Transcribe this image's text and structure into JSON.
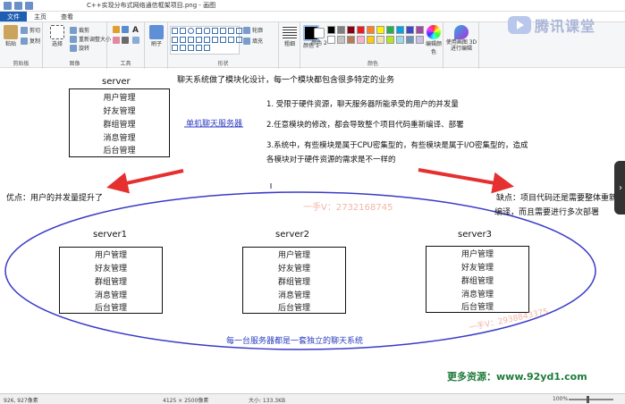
{
  "window": {
    "title": "C++实现分布式网络通信框架项目.png - 画图"
  },
  "tabs": [
    {
      "label": "文件"
    },
    {
      "label": "主页"
    },
    {
      "label": "查看"
    }
  ],
  "ribbon": {
    "clipboard": {
      "paste": "粘贴",
      "cut": "剪切",
      "copy": "复制",
      "label": "剪贴板"
    },
    "image": {
      "select": "选择",
      "crop": "裁剪",
      "resize": "重新调整大小",
      "rotate": "旋转",
      "label": "图像"
    },
    "tools": {
      "label": "工具"
    },
    "brushes": {
      "label": "刷子"
    },
    "shapes": {
      "outline": "轮廓",
      "fill": "填充",
      "label": "形状"
    },
    "size": {
      "label": "粗细"
    },
    "color1": {
      "label": "颜色 1"
    },
    "color2": {
      "label": "颜色 2"
    },
    "colors": {
      "label": "颜色"
    },
    "edit_colors": {
      "label": "编辑颜色"
    },
    "paint3d": {
      "label": "使用画图 3D 进行编辑"
    },
    "palette": [
      "#000000",
      "#7f7f7f",
      "#880015",
      "#ed1c24",
      "#ff7f27",
      "#fff200",
      "#22b14c",
      "#00a2e8",
      "#3f48cc",
      "#a349a4",
      "#ffffff",
      "#c3c3c3",
      "#b97a57",
      "#ffaec9",
      "#ffc90e",
      "#efe4b0",
      "#b5e61d",
      "#99d9ea",
      "#7092be",
      "#c8bfe7"
    ]
  },
  "watermark": {
    "brand": "腾讯课堂",
    "contact1": "一手V：2732168745",
    "contact2": "一手V：2938843375",
    "footer": "更多资源：www.92yd1.com"
  },
  "diagram": {
    "server": {
      "title": "server",
      "modules": [
        "用户管理",
        "好友管理",
        "群组管理",
        "消息管理",
        "后台管理"
      ]
    },
    "intro": "聊天系统做了模块化设计，每一个模块都包含很多特定的业务",
    "single_server": "单机聊天服务器",
    "notes": [
      "1. 受限于硬件资源，聊天服务器所能承受的用户的并发量",
      "2.任意模块的修改，都会导致整个项目代码重新编译、部署",
      "3.系统中，有些模块是属于CPU密集型的，有些模块是属于I/O密集型的，造成",
      "各模块对于硬件资源的需求是不一样的"
    ],
    "pros": "优点：用户的并发量提升了",
    "cons_line1": "缺点：项目代码还是需要整体重新",
    "cons_line2": "编译，而且需要进行多次部署",
    "cluster": [
      {
        "title": "server1",
        "modules": [
          "用户管理",
          "好友管理",
          "群组管理",
          "消息管理",
          "后台管理"
        ]
      },
      {
        "title": "server2",
        "modules": [
          "用户管理",
          "好友管理",
          "群组管理",
          "消息管理",
          "后台管理"
        ]
      },
      {
        "title": "server3",
        "modules": [
          "用户管理",
          "好友管理",
          "群组管理",
          "消息管理",
          "后台管理"
        ]
      }
    ],
    "cluster_caption": "每一台服务器都是一套独立的聊天系统"
  },
  "statusbar": {
    "cursor": "926, 927像素",
    "image_size": "4125 × 2500像素",
    "file_size": "大小: 133.3KB",
    "zoom": "100%"
  }
}
